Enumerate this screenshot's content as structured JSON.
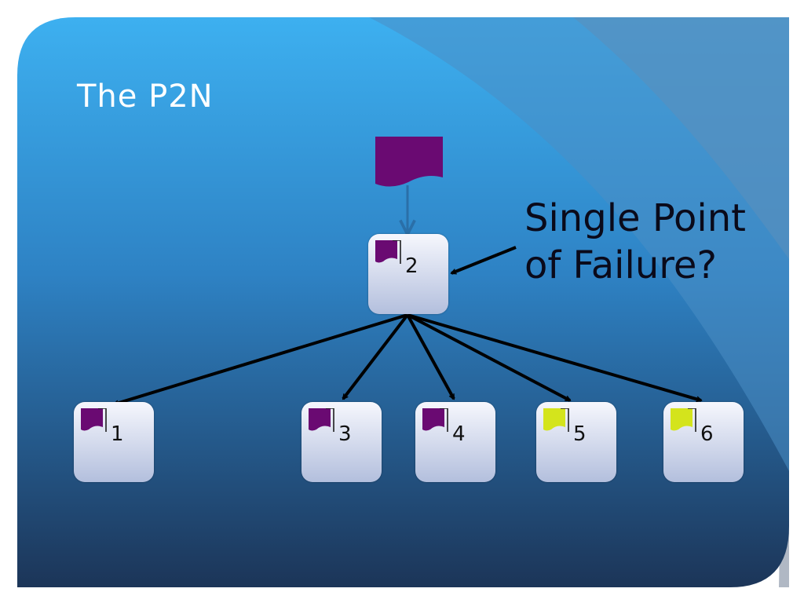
{
  "slide": {
    "title": "The P2N",
    "callout_lines": [
      "Single Point",
      "of Failure?"
    ],
    "colors": {
      "background_top": "#3aa9ea",
      "background_bottom": "#1f3d62",
      "token_purple": "#6a0a72",
      "token_yellow": "#d4e41c",
      "source_arrow": "#2a6fa8",
      "arrow": "#000000"
    }
  },
  "diagram": {
    "source_token": {
      "color": "purple"
    },
    "hub": {
      "label": "2",
      "token": "purple"
    },
    "leaves": [
      {
        "label": "1",
        "token": "purple"
      },
      {
        "label": "3",
        "token": "purple"
      },
      {
        "label": "4",
        "token": "purple"
      },
      {
        "label": "5",
        "token": "yellow"
      },
      {
        "label": "6",
        "token": "yellow"
      }
    ],
    "edges": [
      {
        "from": "source",
        "to": "2"
      },
      {
        "from": "2",
        "to": "1"
      },
      {
        "from": "2",
        "to": "3"
      },
      {
        "from": "2",
        "to": "4"
      },
      {
        "from": "2",
        "to": "5"
      },
      {
        "from": "2",
        "to": "6"
      },
      {
        "from": "callout",
        "to": "2"
      }
    ]
  }
}
